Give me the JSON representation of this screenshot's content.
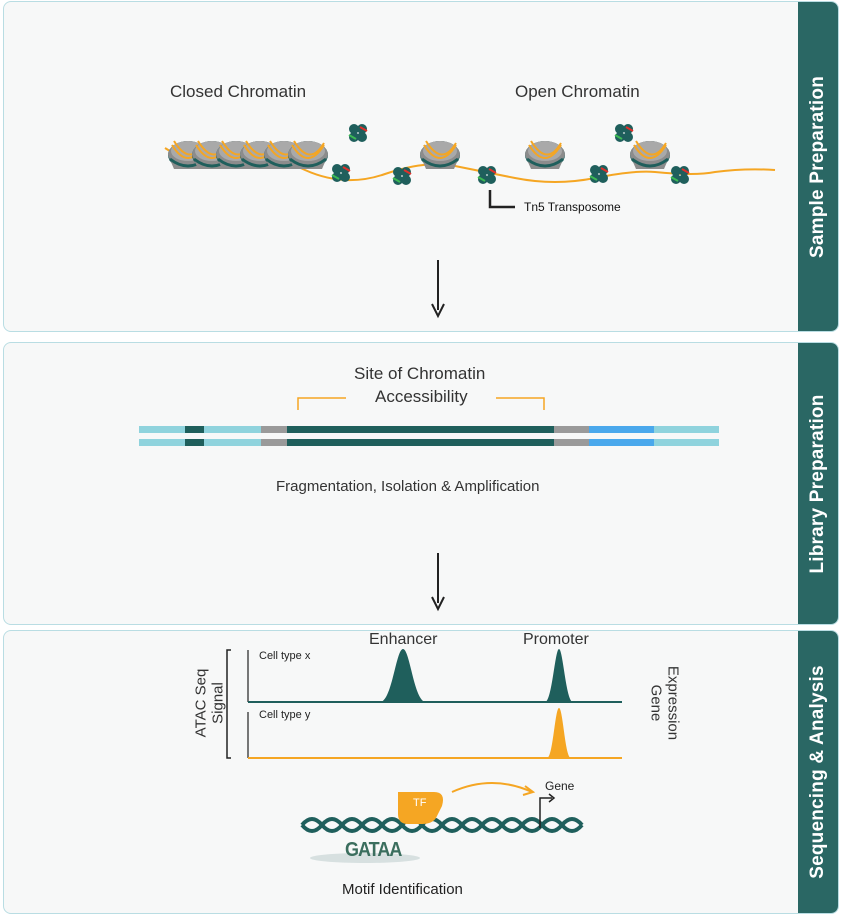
{
  "sample_preparation": {
    "section_label": "Sample Preparation",
    "closed_label": "Closed Chromatin",
    "open_label": "Open Chromatin",
    "tn5_label": "Tn5 Transposome"
  },
  "library_preparation": {
    "section_label": "Library Preparation",
    "site_label_line1": "Site of Chromatin",
    "site_label_line2": "Accessibility",
    "caption": "Fragmentation, Isolation & Amplification"
  },
  "sequencing_analysis": {
    "section_label": "Sequencing & Analysis",
    "enhancer_label": "Enhancer",
    "promoter_label": "Promoter",
    "y_axis_line1": "ATAC Seq",
    "y_axis_line2": "Signal",
    "right_axis_line1": "Gene",
    "right_axis_line2": "Expression",
    "cell_type_x": "Cell type x",
    "cell_type_y": "Cell type y",
    "tf_label": "TF",
    "gene_label": "Gene",
    "motif_label": "GATAA",
    "caption": "Motif Identification"
  },
  "colors": {
    "teal_dark": "#1f5f5c",
    "teal_sidebar": "#2a6764",
    "orange": "#f5a623",
    "light_cyan": "#8fd3dd",
    "blue": "#4aa8ec",
    "gray": "#9a9a9a"
  }
}
